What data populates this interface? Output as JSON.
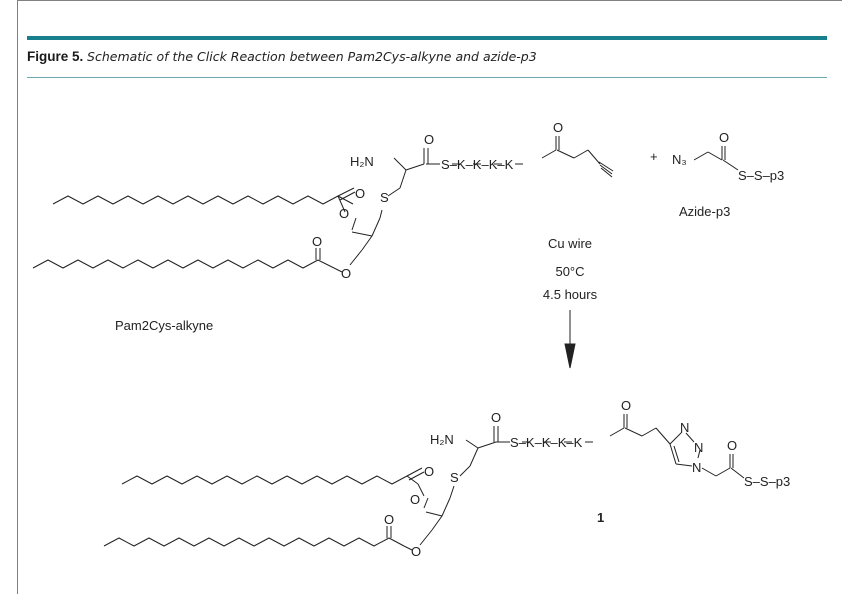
{
  "figure": {
    "label": "Figure 5.",
    "title": "Schematic of the Click Reaction between Pam2Cys-alkyne and azide-p3"
  },
  "reactants": {
    "lipopeptide_name": "Pam2Cys-alkyne",
    "azide_name": "Azide-p3",
    "plus_sign": "+",
    "peptide_chain": "S–K–K–K–K",
    "azide_tail": "S–S–p3",
    "azide_group": "N₃",
    "amine": "H₂N",
    "atom_O": "O",
    "atom_S": "S"
  },
  "conditions": {
    "line1": "Cu wire",
    "line2": "50°C",
    "line3": "4.5 hours"
  },
  "product": {
    "number": "1",
    "peptide_chain": "S–K–K–K–K",
    "tail": "S–S–p3",
    "amine": "H₂N",
    "atom_N": "N"
  },
  "colors": {
    "accent": "#17808c",
    "ink": "#222222"
  }
}
